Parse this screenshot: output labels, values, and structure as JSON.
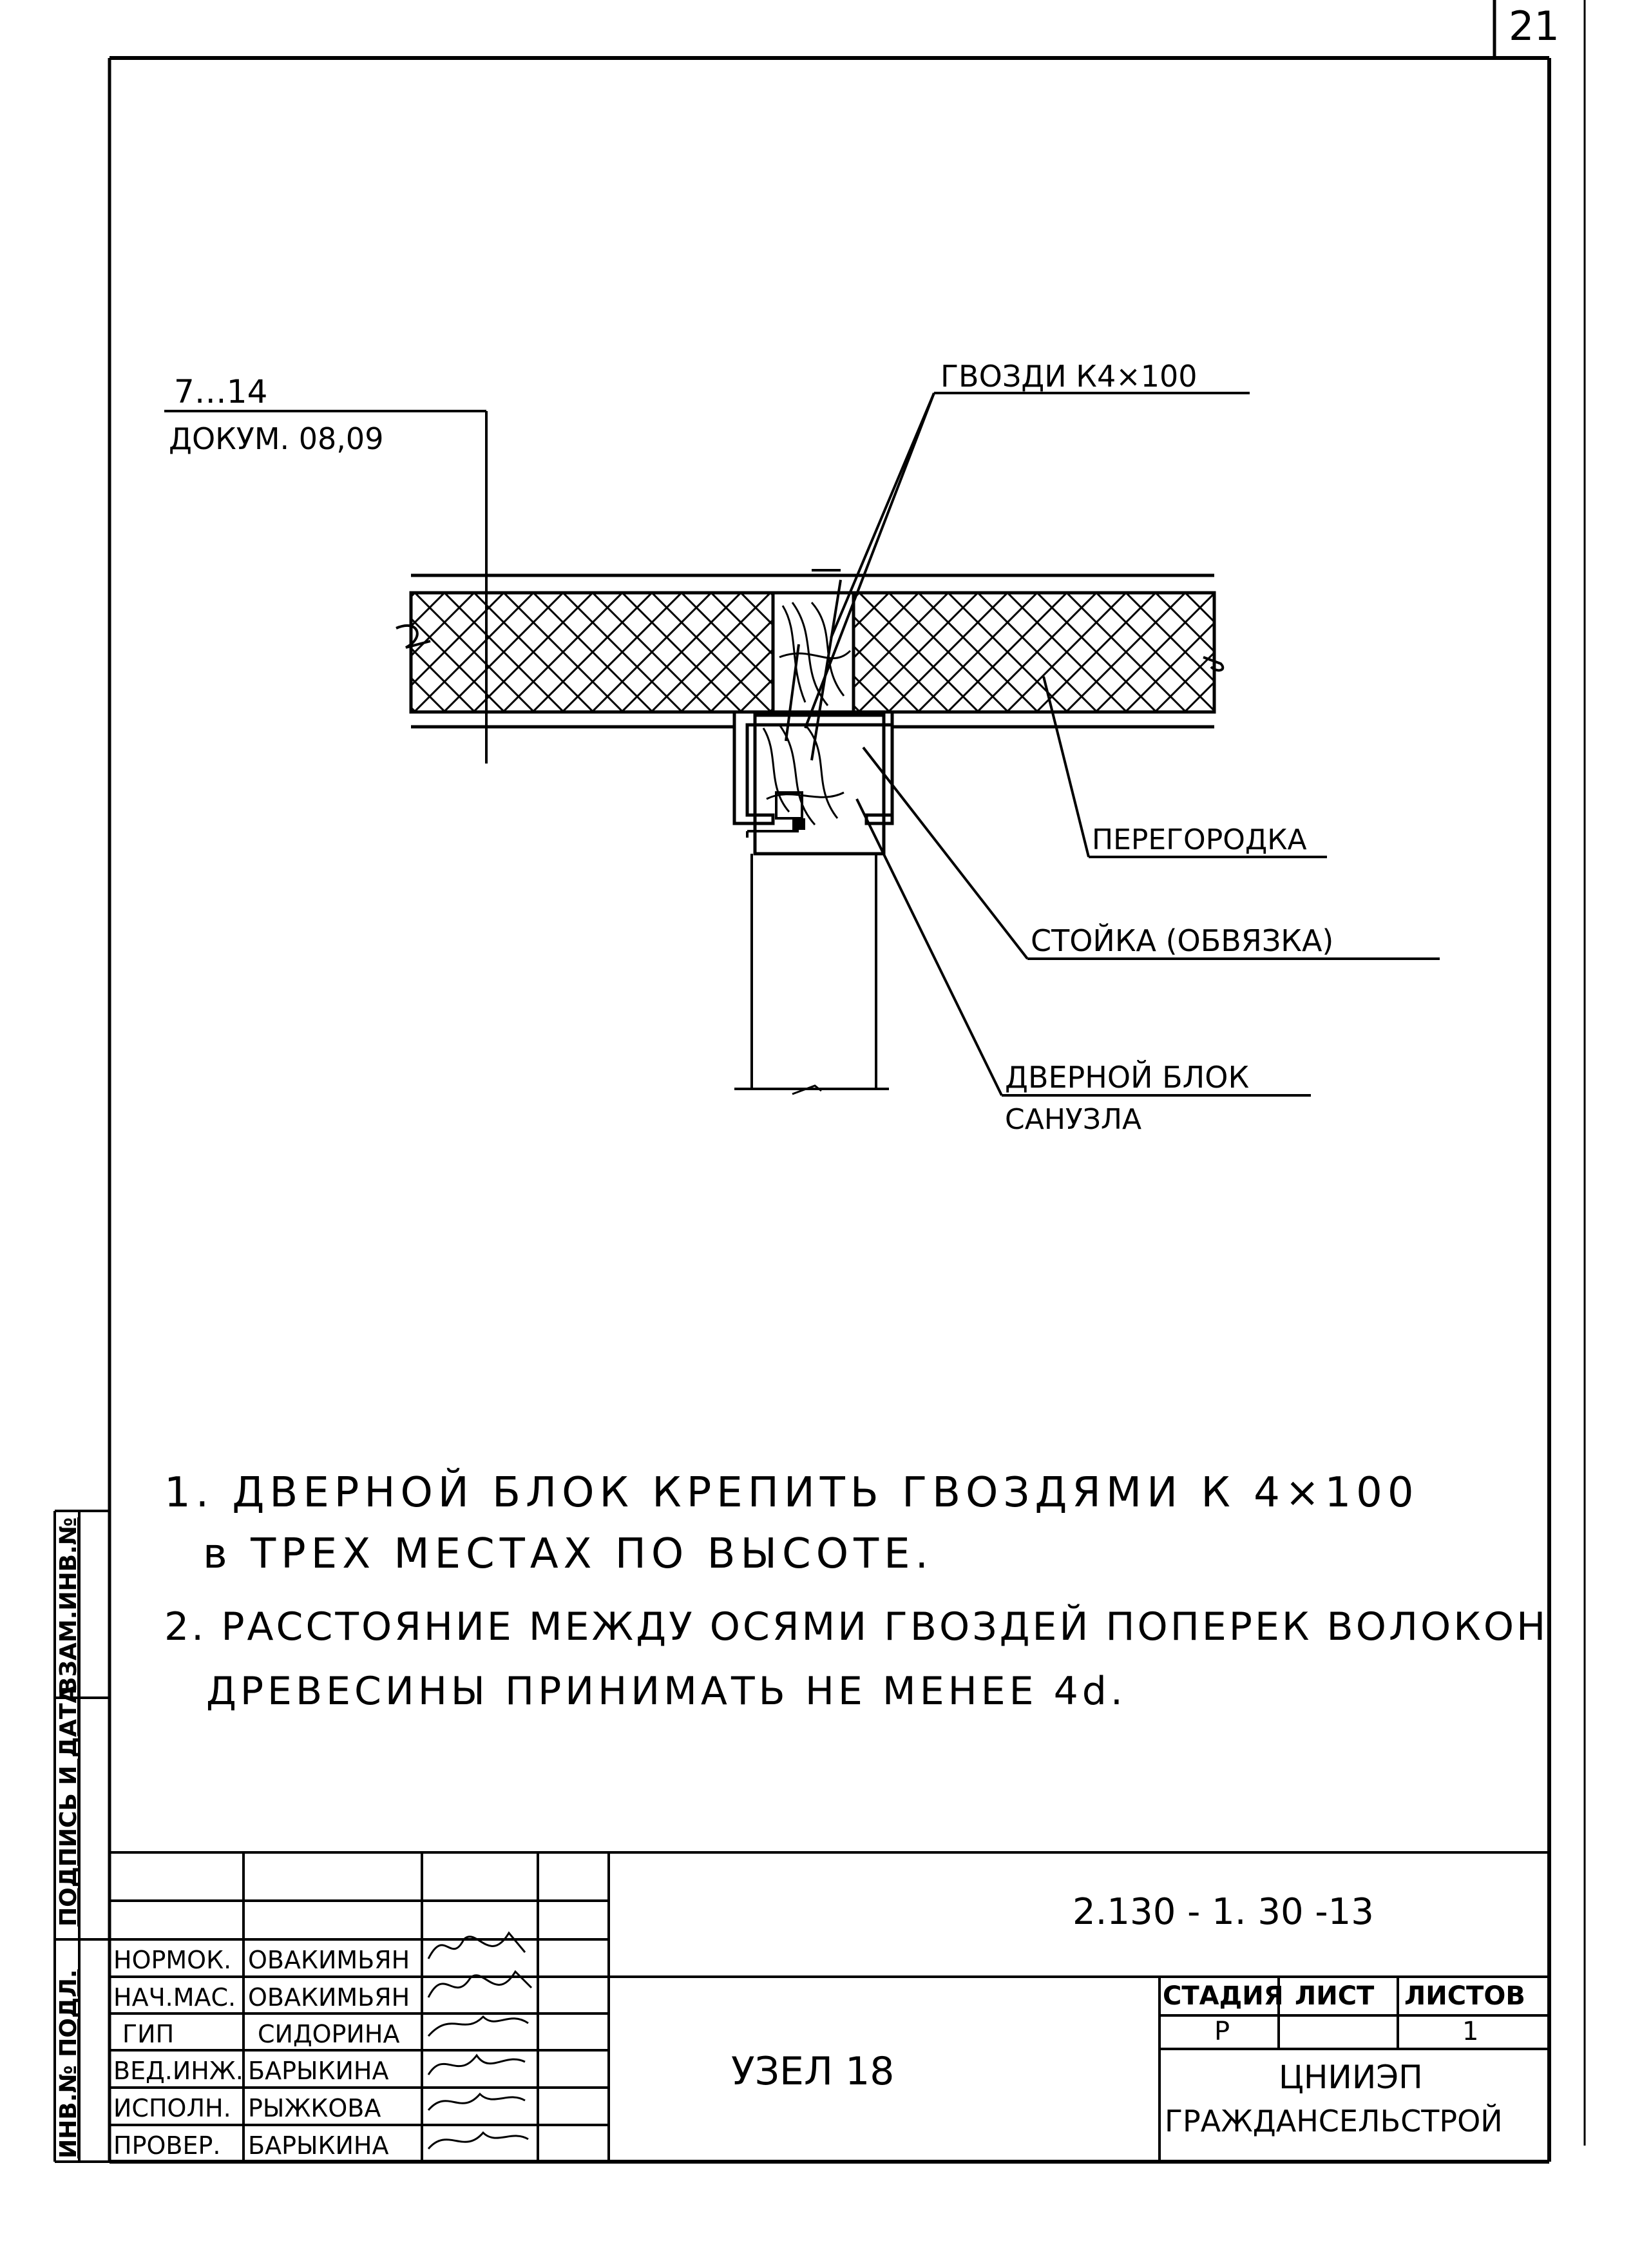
{
  "sheet": {
    "number": "21"
  },
  "labels": {
    "ref_top": "7…14",
    "ref_bottom": "ДОКУМ. 08,09",
    "nails": "ГВОЗДИ К4×100",
    "partition": "ПЕРЕГОРОДКА",
    "post": "СТОЙКА (ОБВЯЗКА)",
    "door_block_1": "ДВЕРНОЙ БЛОК",
    "door_block_2": "САНУЗЛА"
  },
  "notes": [
    "1. ДВЕРНОЙ  БЛОК   КРЕПИТЬ   ГВОЗДЯМИ  К 4×100",
    "в  ТРЕХ   МЕСТАХ   ПО   ВЫСОТЕ.",
    "2. РАССТОЯНИЕ МЕЖДУ ОСЯМИ ГВОЗДЕЙ ПОПЕРЕК ВОЛОКОН",
    "ДРЕВЕСИНЫ  ПРИНИМАТЬ  НЕ  МЕНЕЕ  4d."
  ],
  "side_strip": [
    "ИНВ.№ ПОДЛ.",
    "ПОДПИСЬ И ДАТА",
    "ВЗАМ.ИНВ.№"
  ],
  "title_block": {
    "doc_code": "2.130 - 1. 30 -13",
    "title": "УЗЕЛ 18",
    "col_stage": "СТАДИЯ",
    "col_sheet": "ЛИСТ",
    "col_sheets": "ЛИСТОВ",
    "stage": "Р",
    "sheets": "1",
    "org_1": "ЦНИИЭП",
    "org_2": "ГРАЖДАНСЕЛЬСТРОЙ",
    "staff": [
      {
        "role": "НОРМОК.",
        "name": "ОВАКИМЬЯН"
      },
      {
        "role": "НАЧ.МАС.",
        "name": "ОВАКИМЬЯН"
      },
      {
        "role": "ГИП",
        "name": "СИДОРИНА"
      },
      {
        "role": "ВЕД.ИНЖ.",
        "name": "БАРЫКИНА"
      },
      {
        "role": "ИСПОЛН.",
        "name": "РЫЖКОВА"
      },
      {
        "role": "ПРОВЕР.",
        "name": "БАРЫКИНА"
      }
    ]
  }
}
